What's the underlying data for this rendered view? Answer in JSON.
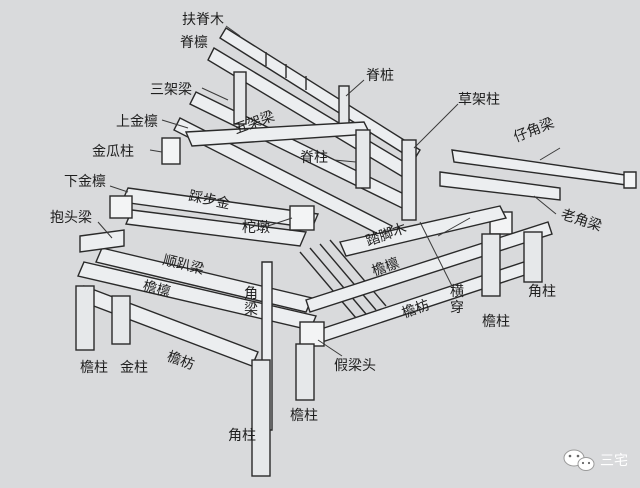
{
  "diagram": {
    "labels": {
      "fuji_mu": "扶脊木",
      "ji_lin": "脊檩",
      "san_jia_liang": "三架梁",
      "shang_jin_lin": "上金檩",
      "jin_gua_zhu": "金瓜柱",
      "xia_jin_lin": "下金檩",
      "bao_tou_liang": "抱头梁",
      "wu_jia_liang": "五架梁",
      "ji_zhuang": "脊桩",
      "cao_jia_zhu": "草架柱",
      "ji_zhu": "脊柱",
      "zai_jiao_liang": "仔角梁",
      "lao_jiao_liang": "老角梁",
      "cai_bu_jin": "踩步金",
      "tuo_dun": "柁墩",
      "ta_jiao_mu": "踏脚木",
      "heng_chuan": "横穿",
      "shun_pa_liang": "顺趴梁",
      "yan_lin_front": "檐檩",
      "yan_lin_side": "檐檩",
      "jiao_liang": "角梁",
      "yan_fang_front": "檐枋",
      "yan_fang_side": "檐枋",
      "jia_liang_tou": "假梁头",
      "yan_zhu_a": "檐柱",
      "jin_zhu": "金柱",
      "jiao_zhu": "角柱",
      "yan_zhu_b": "檐柱",
      "yan_zhu_c": "檐柱",
      "jiao_zhu_right": "角柱"
    }
  },
  "watermark": {
    "icon": "wechat-icon",
    "text": "三宅"
  }
}
